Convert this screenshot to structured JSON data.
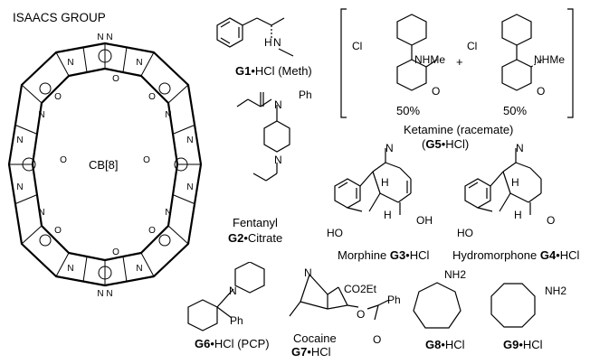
{
  "header": {
    "group": "ISAACS GROUP"
  },
  "host": {
    "name": "CB[8]"
  },
  "guests": {
    "g1": {
      "id": "G1",
      "salt": "•HCl",
      "note": "(Meth)",
      "atom": "N",
      "h": "H"
    },
    "g2": {
      "id": "G2",
      "salt": "•Citrate",
      "name": "Fentanyl",
      "atom": "N",
      "ph": "Ph"
    },
    "g3": {
      "id": "G3",
      "salt": "•HCl",
      "name": "Morphine",
      "ho": "HO",
      "oh": "OH",
      "n": "N",
      "h": "H"
    },
    "g4": {
      "id": "G4",
      "salt": "•HCl",
      "name": "Hydromorphone",
      "ho": "HO",
      "o": "O",
      "n": "N",
      "h": "H"
    },
    "g5": {
      "id": "G5",
      "salt": "•HCl",
      "name": "Ketamine (racemate)",
      "cl": "Cl",
      "nhme": "NHMe",
      "o": "O",
      "pct_a": "50%",
      "pct_b": "50%",
      "plus": "+"
    },
    "g6": {
      "id": "G6",
      "salt": "•HCl",
      "note": "(PCP)",
      "n": "N",
      "ph": "Ph"
    },
    "g7": {
      "id": "G7",
      "salt": "•HCl",
      "name": "Cocaine",
      "n": "N",
      "co2et": "CO2Et",
      "ph": "Ph",
      "o": "O"
    },
    "g8": {
      "id": "G8",
      "salt": "•HCl",
      "nh2": "NH2"
    },
    "g9": {
      "id": "G9",
      "salt": "•HCl",
      "nh2": "NH2"
    }
  }
}
